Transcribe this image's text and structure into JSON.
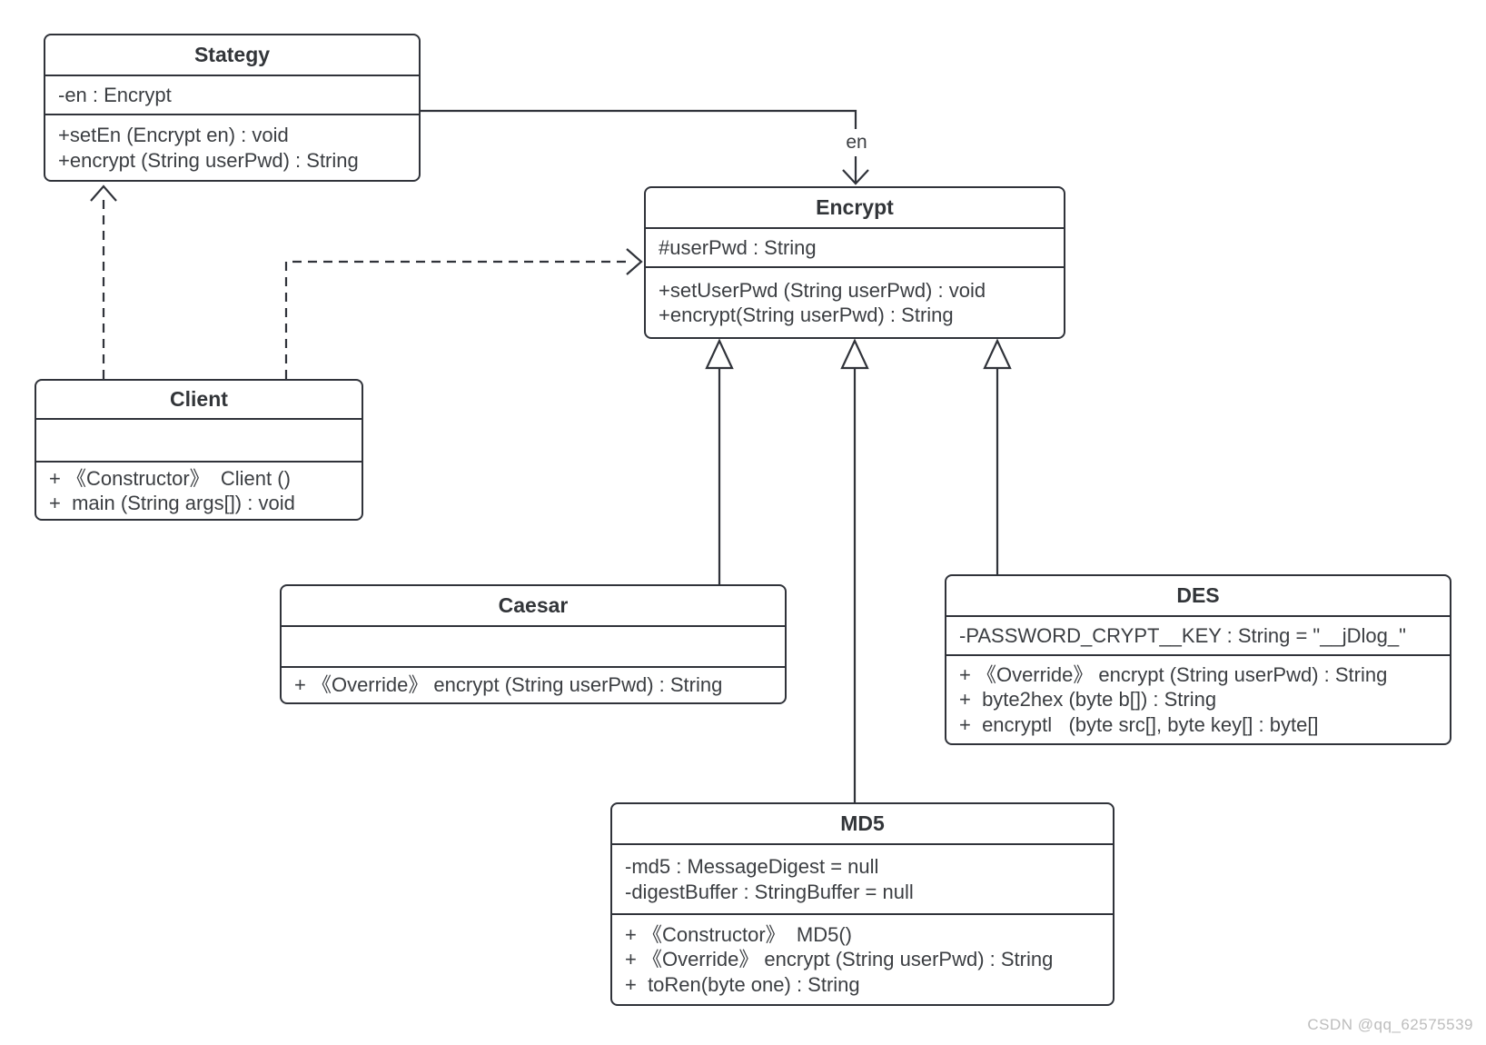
{
  "diagram": {
    "type": "uml-class-diagram",
    "background_color": "#ffffff",
    "stroke_color": "#30333a",
    "text_color": "#3b3e42"
  },
  "classes": {
    "stategy": {
      "name": "Stategy",
      "attributes": [
        "-en : Encrypt"
      ],
      "methods": [
        "+setEn (Encrypt en) : void",
        "+encrypt (String userPwd) : String"
      ]
    },
    "encrypt": {
      "name": "Encrypt",
      "attributes": [
        "#userPwd : String"
      ],
      "methods": [
        "+setUserPwd (String userPwd) : void",
        "+encrypt(String userPwd) : String"
      ]
    },
    "client": {
      "name": "Client",
      "attributes": [],
      "methods": [
        "+ 《Constructor》  Client ()",
        "+  main (String args[]) : void"
      ]
    },
    "caesar": {
      "name": "Caesar",
      "attributes": [],
      "methods": [
        "+ 《Override》 encrypt (String userPwd) : String"
      ]
    },
    "des": {
      "name": "DES",
      "attributes": [
        "-PASSWORD_CRYPT__KEY : String = \"__jDlog_\""
      ],
      "methods": [
        "+ 《Override》 encrypt (String userPwd) : String",
        "+  byte2hex (byte b[]) : String",
        "+  encryptl   (byte src[], byte key[] : byte[]"
      ]
    },
    "md5": {
      "name": "MD5",
      "attributes": [
        "-md5 : MessageDigest = null",
        "-digestBuffer : StringBuffer = null"
      ],
      "methods": [
        "+ 《Constructor》  MD5()",
        "+ 《Override》 encrypt (String userPwd) : String",
        "+  toRen(byte one) : String"
      ]
    }
  },
  "relations": {
    "association_label": "en"
  },
  "watermark": "CSDN @qq_62575539"
}
